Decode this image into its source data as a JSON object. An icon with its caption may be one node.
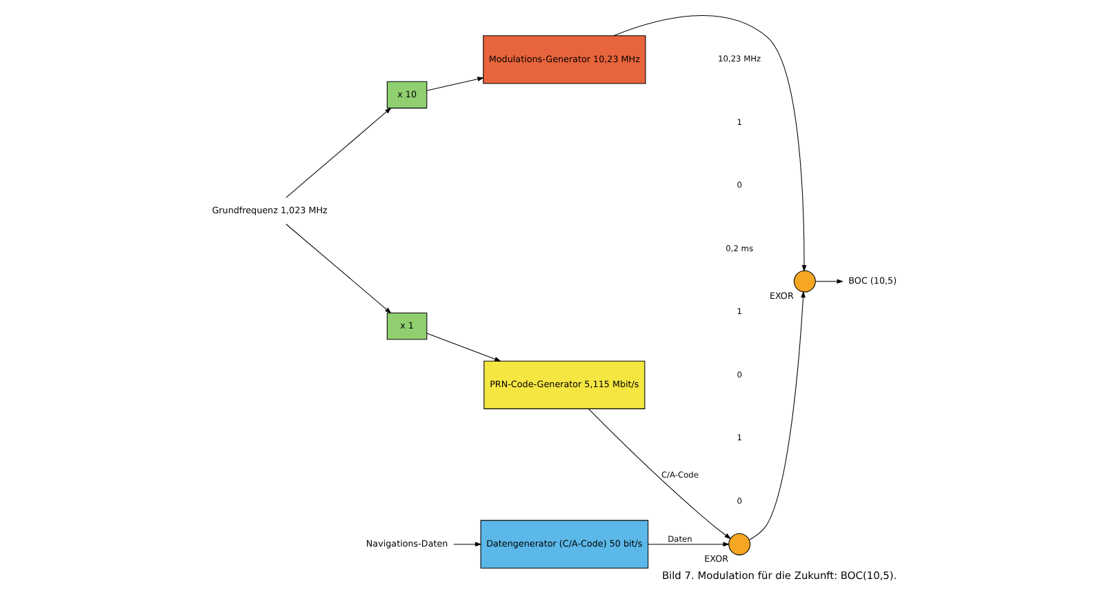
{
  "diagram": {
    "caption": "Bild 7. Modulation für die Zukunft: BOC(10,5).",
    "nodes": [
      {
        "text": [
          "Grundfrequenz 1,023 MHz"
        ]
      },
      {
        "text": [
          "x 10"
        ]
      },
      {
        "text": [
          "x 1"
        ]
      },
      {
        "text": [
          "Modulations-Generator 10,23 MHz"
        ]
      },
      {
        "text": [
          "PRN-Code-Generator 5,115 Mbit/s"
        ]
      },
      {
        "text": [
          "Datengenerator (C/A-Code) 50 bit/s"
        ]
      },
      {
        "text": [
          "Navigations-Daten"
        ]
      },
      {
        "text": [],
        "shape": "circle",
        "beside": [
          "EXOR"
        ]
      },
      {
        "text": [],
        "shape": "circle",
        "beside": [
          "EXOR"
        ]
      },
      {
        "text": [
          "BOC (10,5)"
        ]
      }
    ],
    "edges": [
      {
        "from": 0,
        "to": 1,
        "arrow": "to"
      },
      {
        "from": 0,
        "to": 2,
        "arrow": "to"
      },
      {
        "from": 1,
        "to": 3,
        "arrow": "to"
      },
      {
        "from": 2,
        "to": 4,
        "arrow": "to"
      },
      {
        "from": 3,
        "to": 8,
        "arrow": "to"
      },
      {
        "from": 4,
        "to": 7,
        "arrow": "to",
        "label": "C/A-Code"
      },
      {
        "from": 5,
        "to": 7,
        "arrow": "to",
        "label": "Daten"
      },
      {
        "from": 6,
        "to": 5,
        "arrow": "to"
      },
      {
        "from": 7,
        "to": 8,
        "arrow": "to"
      },
      {
        "from": 8,
        "to": 9,
        "arrow": "to"
      }
    ],
    "labels": [
      "10,23 MHz",
      "1",
      "0",
      "0,2 ms",
      "1",
      "0",
      "1",
      "0"
    ]
  }
}
